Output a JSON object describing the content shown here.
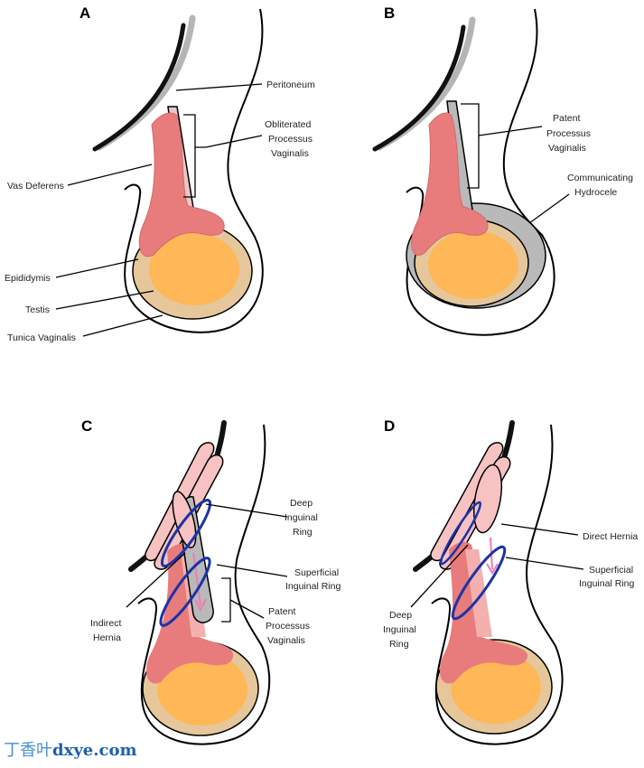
{
  "panels": {
    "a": {
      "letter": "A",
      "peritoneum": "Peritoneum",
      "obliterated": [
        "Obliterated",
        "Processus",
        "Vaginalis"
      ],
      "vas_deferens": "Vas Deferens",
      "epididymis": "Epididymis",
      "testis": "Testis",
      "tunica": "Tunica Vaginalis"
    },
    "b": {
      "letter": "B",
      "patent": [
        "Patent",
        "Processus",
        "Vaginalis"
      ],
      "hydrocele": [
        "Communicating",
        "Hydrocele"
      ]
    },
    "c": {
      "letter": "C",
      "deep_ring": [
        "Deep",
        "Inguinal",
        "Ring"
      ],
      "superficial_ring": [
        "Superficial",
        "Inguinal Ring"
      ],
      "indirect": [
        "Indirect",
        "Hernia"
      ],
      "patent": [
        "Patent",
        "Processus",
        "Vaginalis"
      ]
    },
    "d": {
      "letter": "D",
      "direct": "Direct Hernia",
      "superficial_ring": [
        "Superficial",
        "Inguinal Ring"
      ],
      "deep_ring": [
        "Deep",
        "Inguinal",
        "Ring"
      ]
    }
  },
  "watermark": {
    "cjk": "丁香叶",
    "latin": "dxye.com"
  },
  "colors": {
    "testis": "#ffb757",
    "tunica": "#e5c79b",
    "vas": "#e87b7b",
    "vas_light": "#f3b0ae",
    "sac": "#b9b9b9",
    "ring": "#1b33a8",
    "arrow": "#f07ab8",
    "peritoneum_light": "#b5b5b5"
  }
}
